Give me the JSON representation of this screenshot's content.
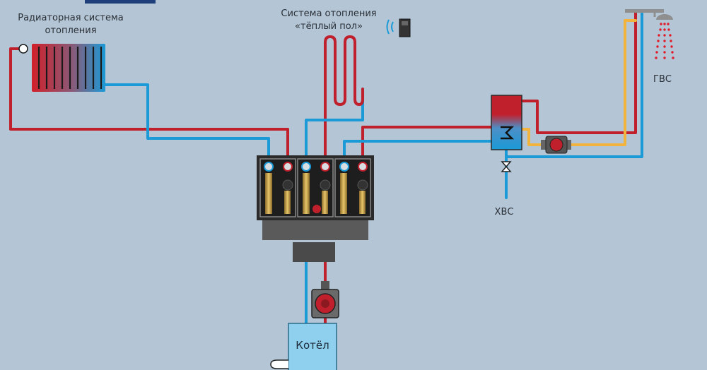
{
  "labels": {
    "radiator_system": "Радиаторная система\nотопления",
    "floor_heating": "Система отопления\n«тёплый пол»",
    "hot_water": "ГВС",
    "cold_water": "ХВС",
    "boiler": "Котёл"
  },
  "colors": {
    "background": "#b4c6d6",
    "hot_pipe": "#c0202b",
    "cold_pipe": "#1a9ad6",
    "dhw_pipe": "#f2b43c",
    "manifold_dark": "#2b2b2b",
    "boiler_fill": "#8fd0ee"
  },
  "icons": [
    "thermostat-icon",
    "shower-icon",
    "pump-icon",
    "valve-icon",
    "burner-icon"
  ]
}
